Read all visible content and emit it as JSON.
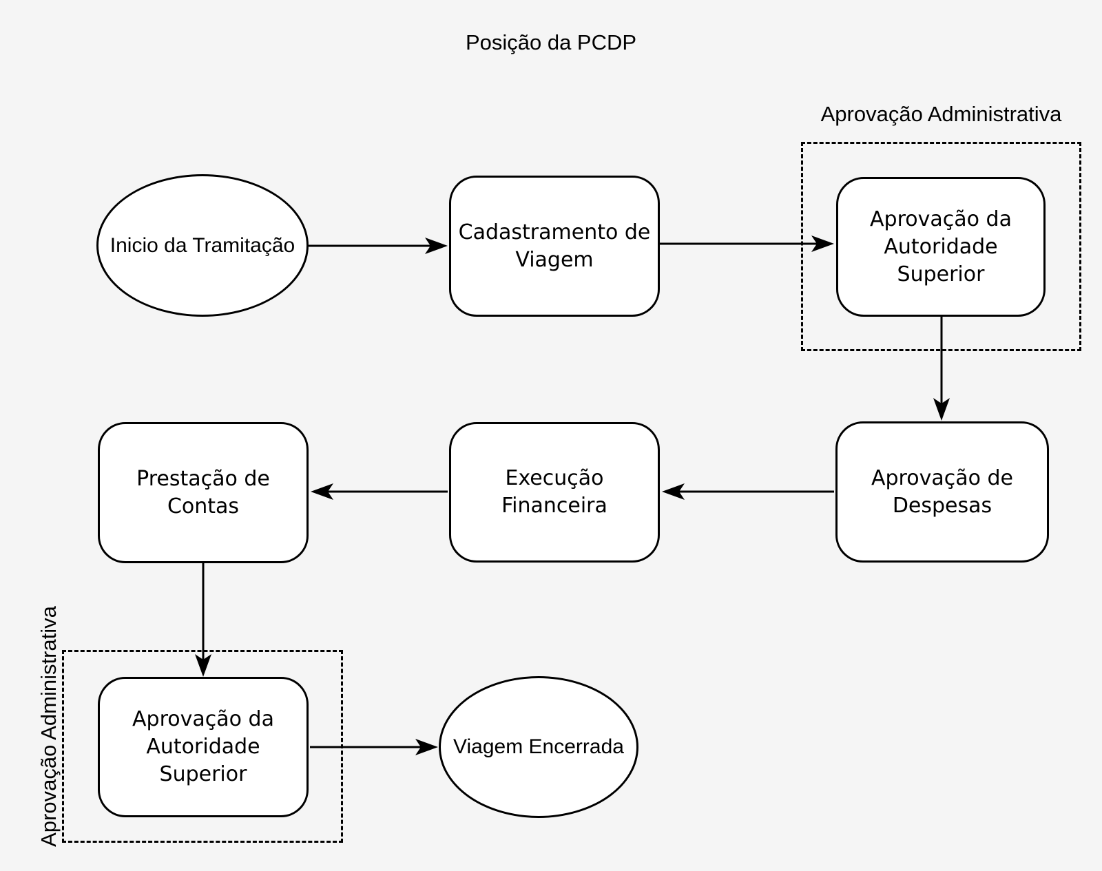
{
  "title": "Posição da PCDP",
  "colors": {
    "background": "#f5f5f5",
    "node_fill": "#ffffff",
    "stroke": "#000000"
  },
  "clusters": {
    "top": {
      "label": "Aprovação Administrativa",
      "position": "top-right"
    },
    "bottom": {
      "label": "Aprovação Administrativa",
      "position": "bottom-left",
      "label_rotated": true
    }
  },
  "nodes": {
    "inicio": {
      "label": "Inicio da Tramitação",
      "shape": "ellipse"
    },
    "cadastramento": {
      "label": "Cadastramento de Viagem",
      "shape": "rounded-rectangle"
    },
    "aprovacao_autoridade_superior_1": {
      "label": "Aprovação da Autoridade Superior",
      "shape": "rounded-rectangle",
      "cluster": "top"
    },
    "aprovacao_despesas": {
      "label": "Aprovação de Despesas",
      "shape": "rounded-rectangle"
    },
    "execucao_financeira": {
      "label": "Execução Financeira",
      "shape": "rounded-rectangle"
    },
    "prestacao_contas": {
      "label": "Prestação de Contas",
      "shape": "rounded-rectangle"
    },
    "aprovacao_autoridade_superior_2": {
      "label": "Aprovação da Autoridade Superior",
      "shape": "rounded-rectangle",
      "cluster": "bottom"
    },
    "viagem_encerrada": {
      "label": "Viagem Encerrada",
      "shape": "ellipse"
    }
  },
  "edges": [
    {
      "from": "inicio",
      "to": "cadastramento"
    },
    {
      "from": "cadastramento",
      "to": "aprovacao_autoridade_superior_1"
    },
    {
      "from": "aprovacao_autoridade_superior_1",
      "to": "aprovacao_despesas"
    },
    {
      "from": "aprovacao_despesas",
      "to": "execucao_financeira"
    },
    {
      "from": "execucao_financeira",
      "to": "prestacao_contas"
    },
    {
      "from": "prestacao_contas",
      "to": "aprovacao_autoridade_superior_2"
    },
    {
      "from": "aprovacao_autoridade_superior_2",
      "to": "viagem_encerrada"
    }
  ]
}
